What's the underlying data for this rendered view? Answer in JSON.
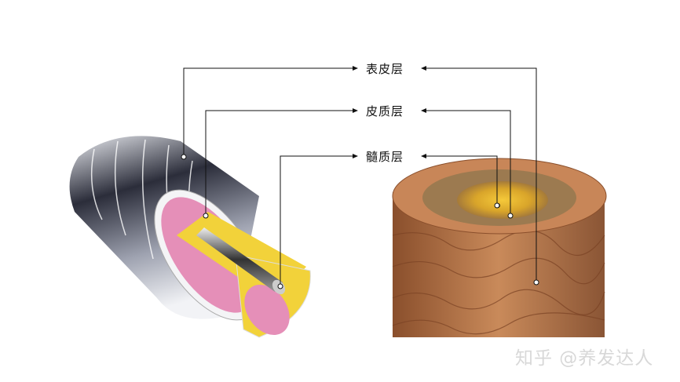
{
  "labels": {
    "cuticle": "表皮层",
    "cortex": "皮质层",
    "medulla": "髓质层"
  },
  "watermark": "知乎 @养发达人",
  "colors": {
    "cuticle_dark": "#2b2d3a",
    "cortex_yellow": "#f2d23a",
    "cortex_pink": "#e58fb8",
    "hair_brown": "#b9764a",
    "core_gold": "#d9a52a"
  }
}
